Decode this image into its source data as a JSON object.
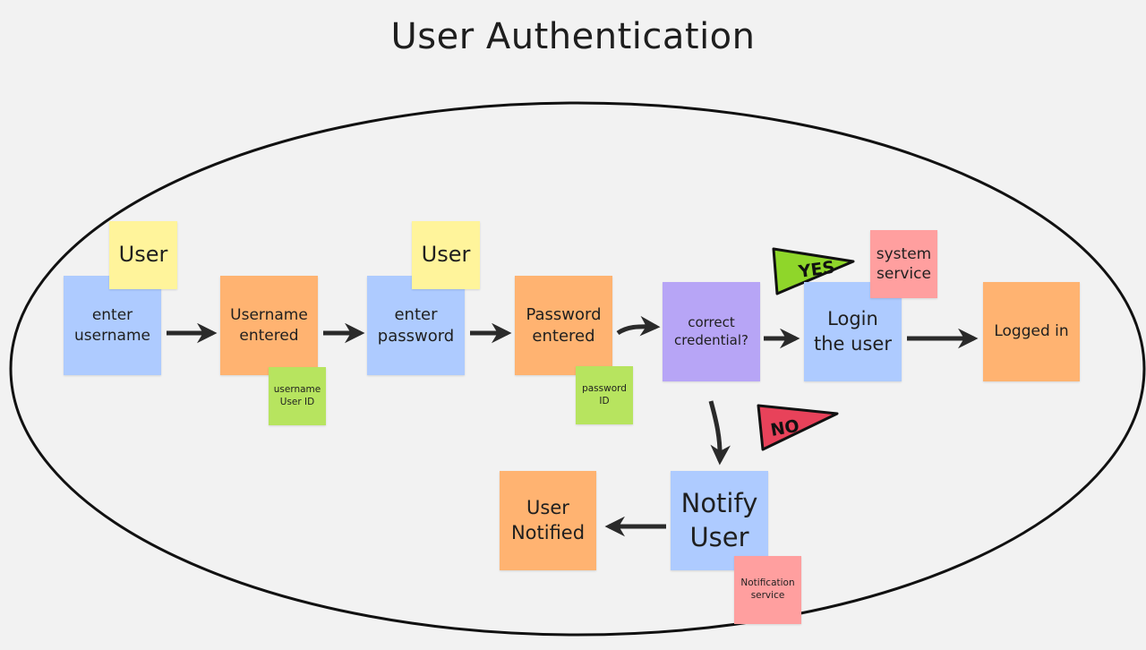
{
  "title": "User Authentication",
  "notes": {
    "enter_username": "enter\nusername",
    "user_1": "User",
    "username_entered": "Username\nentered",
    "username_data": "username\nUser ID",
    "enter_password": "enter\npassword",
    "user_2": "User",
    "password_entered": "Password\nentered",
    "password_data": "password\nID",
    "correct_credential": "correct\ncredential?",
    "system_service": "system\nservice",
    "login_user": "Login\nthe user",
    "logged_in": "Logged in",
    "notify_user": "Notify\nUser",
    "notification_service": "Notification\nservice",
    "user_notified": "User\nNotified"
  },
  "pennants": {
    "yes": "YES",
    "no": "NO"
  },
  "colors": {
    "blue": "#aecbff",
    "orange": "#ffb371",
    "yellow": "#fff49b",
    "green": "#b7e45f",
    "red": "#ff9f9f",
    "purple": "#b7a5f6",
    "yes_flag": "#8fd62a",
    "no_flag": "#e8425a",
    "background": "#f2f2f2"
  }
}
